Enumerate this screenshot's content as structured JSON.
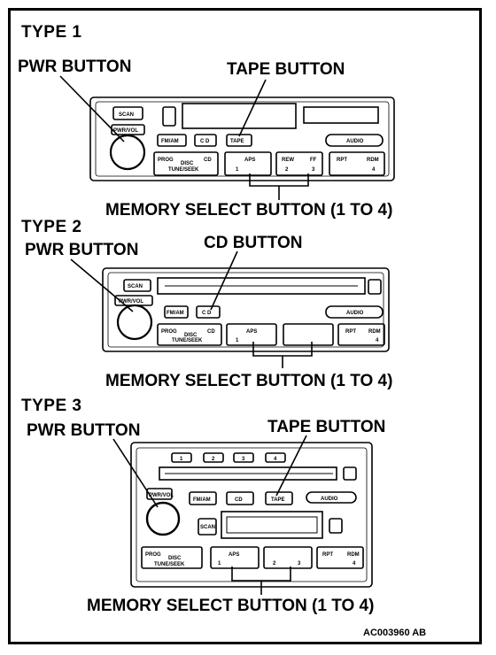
{
  "types": [
    {
      "title": "TYPE 1",
      "pwr_label": "PWR BUTTON",
      "button_label": "TAPE BUTTON",
      "memory_label": "MEMORY SELECT BUTTON (1 TO 4)",
      "unit": {
        "scan": "SCAN",
        "pwrvol": "PWR/VOL",
        "fmam": "FM/AM",
        "cd": "C D",
        "tape": "TAPE",
        "audio": "AUDIO",
        "prog": "PROG",
        "disc": "DISC",
        "cd_small": "CD",
        "aps": "APS",
        "p1": "1",
        "p2": "2",
        "p3": "3",
        "p4": "4",
        "rpt": "RPT",
        "rdm": "RDM",
        "tune": "TUNE/SEEK",
        "rew": "REW",
        "ff": "FF"
      }
    },
    {
      "title": "TYPE 2",
      "pwr_label": "PWR BUTTON",
      "button_label": "CD BUTTON",
      "memory_label": "MEMORY SELECT BUTTON (1 TO 4)",
      "unit": {
        "scan": "SCAN",
        "pwrvol": "PWR/VOL",
        "fmam": "FM/AM",
        "cd": "C D",
        "audio": "AUDIO",
        "prog": "PROG",
        "disc": "DISC",
        "cd_small": "CD",
        "aps": "APS",
        "p1": "1",
        "p4": "4",
        "rpt": "RPT",
        "rdm": "RDM",
        "tune": "TUNE/SEEK"
      }
    },
    {
      "title": "TYPE 3",
      "pwr_label": "PWR BUTTON",
      "button_label": "TAPE BUTTON",
      "memory_label": "MEMORY SELECT BUTTON (1 TO 4)",
      "unit": {
        "d1": "1",
        "d2": "2",
        "d3": "3",
        "d4": "4",
        "pwrvol": "PWR/VOL",
        "fmam": "FM/AM",
        "cd": "CD",
        "tape": "TAPE",
        "audio": "AUDIO",
        "scan": "SCAN",
        "prog": "PROG",
        "disc": "DISC",
        "aps": "APS",
        "p1": "1",
        "p2": "2",
        "p3": "3",
        "p4": "4",
        "rpt": "RPT",
        "rdm": "RDM",
        "tune": "TUNE/SEEK"
      }
    }
  ],
  "figure_code": "AC003960 AB"
}
